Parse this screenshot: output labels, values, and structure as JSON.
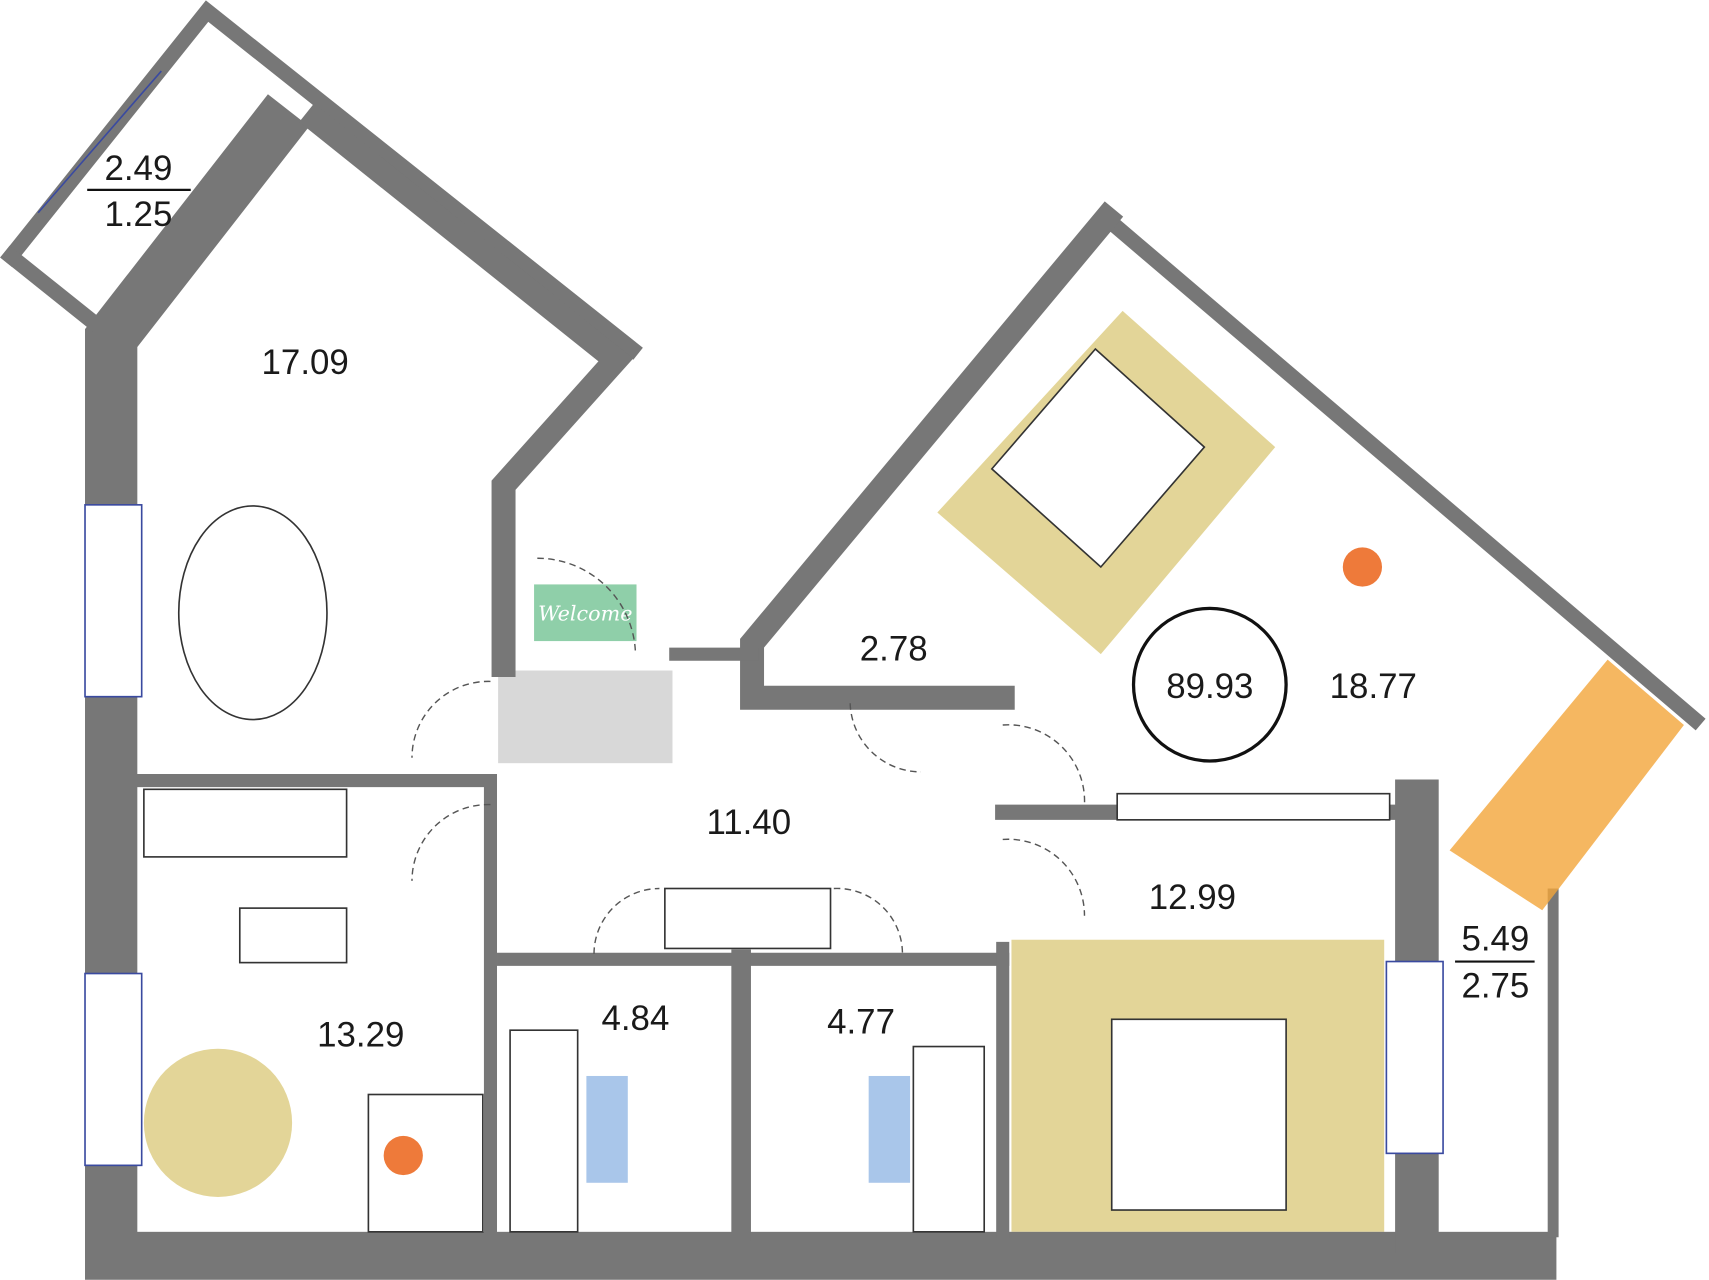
{
  "plan": {
    "total_area": "89.93",
    "rooms": [
      {
        "id": "kitchen-living",
        "area": "17.09"
      },
      {
        "id": "wardrobe",
        "area": "2.78"
      },
      {
        "id": "bedroom-1",
        "area": "18.77"
      },
      {
        "id": "hallway",
        "area": "11.40"
      },
      {
        "id": "bedroom-2",
        "area": "12.99"
      },
      {
        "id": "room-3",
        "area": "13.29"
      },
      {
        "id": "bathroom-1",
        "area": "4.84"
      },
      {
        "id": "bathroom-2",
        "area": "4.77"
      }
    ],
    "balconies": [
      {
        "id": "balcony-left",
        "total": "2.49",
        "reduced": "1.25"
      },
      {
        "id": "balcony-right",
        "total": "5.49",
        "reduced": "2.75"
      }
    ],
    "mat_text": "Welcome"
  },
  "colors": {
    "wall": "#777777",
    "rug": "#e3d598",
    "accent": "#ee7a3a",
    "mat": "#8fcfa9",
    "bath_mat": "#a9c6ea"
  }
}
